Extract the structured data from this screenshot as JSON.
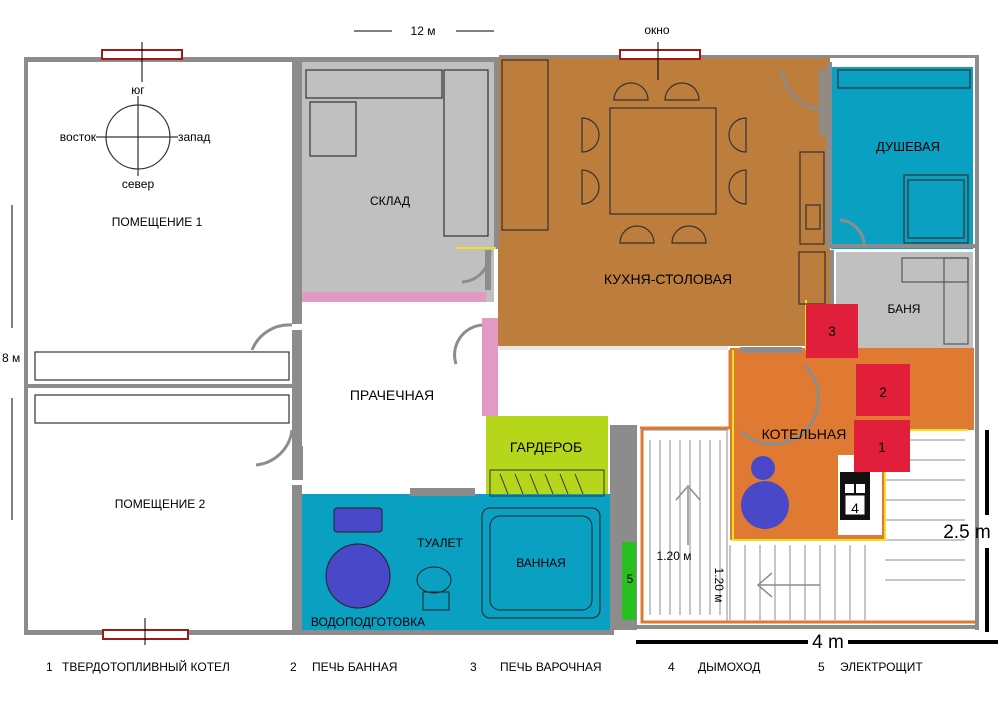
{
  "dimensions": {
    "width_top": "12 м",
    "height_left": "8 м",
    "bottom_right": "4 m",
    "right_side": "2.5 m",
    "stair_a": "1.20 м",
    "stair_b": "1.20 м"
  },
  "window_label": "окно",
  "compass": {
    "south": "юг",
    "east": "восток",
    "west": "запад",
    "north": "север"
  },
  "rooms": {
    "room1": "ПОМЕЩЕНИЕ  1",
    "room2": "ПОМЕЩЕНИЕ   2",
    "storage": "СКЛАД",
    "kitchen": "КУХНЯ-СТОЛОВАЯ",
    "shower": "ДУШЕВАЯ",
    "sauna": "БАНЯ",
    "laundry": "ПРАЧЕЧНАЯ",
    "wardrobe": "ГАРДЕРОБ",
    "boiler": "КОТЕЛЬНАЯ",
    "toilet": "ТУАЛЕТ",
    "bath": "ВАННАЯ",
    "water": "ВОДОПОДГОТОВКА"
  },
  "markers": {
    "m1": "1",
    "m2": "2",
    "m3": "3",
    "m4": "4",
    "m5": "5"
  },
  "legend": [
    {
      "num": "1",
      "text": "ТВЕРДОТОПЛИВНЫЙ КОТЕЛ"
    },
    {
      "num": "2",
      "text": "ПЕЧЬ БАННАЯ"
    },
    {
      "num": "3",
      "text": "ПЕЧЬ ВАРОЧНАЯ"
    },
    {
      "num": "4",
      "text": "ДЫМОХОД"
    },
    {
      "num": "5",
      "text": "ЭЛЕКТРОЩИТ"
    }
  ],
  "colors": {
    "kitchen": "#bd7e3d",
    "storage": "#c0c0c0",
    "shower": "#0aa0c2",
    "bathroom": "#0aa0c2",
    "boiler": "#e07a32",
    "wardrobe": "#b6d61c",
    "marker": "#e11f3b",
    "wall": "#8c8c8c",
    "fixture": "#4848c8"
  }
}
